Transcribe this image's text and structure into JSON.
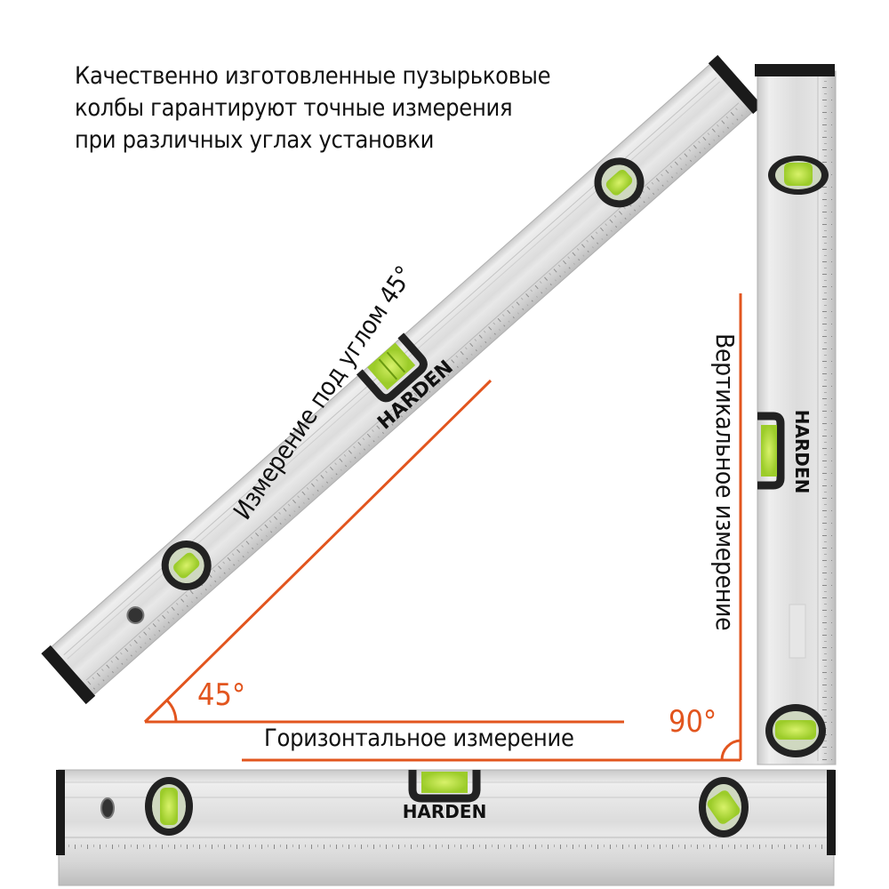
{
  "headline": {
    "lines": [
      "Качественно изготовленные пузырьковые",
      "колбы гарантируют точные измерения",
      "при различных углах установки"
    ]
  },
  "levels": {
    "brand": "HARDEN",
    "diagonal": {
      "label": "Измерение под углом 45°",
      "angle_label": "45°"
    },
    "vertical": {
      "label": "Вертикальное измерение"
    },
    "horizontal": {
      "label": "Горизонтальное измерение",
      "angle_label": "90°"
    }
  },
  "colors": {
    "accent": "#e2551e",
    "aluminum": "#dcdcdc",
    "end_cap": "#1a1a1a",
    "bubble": "#b8e23a"
  }
}
